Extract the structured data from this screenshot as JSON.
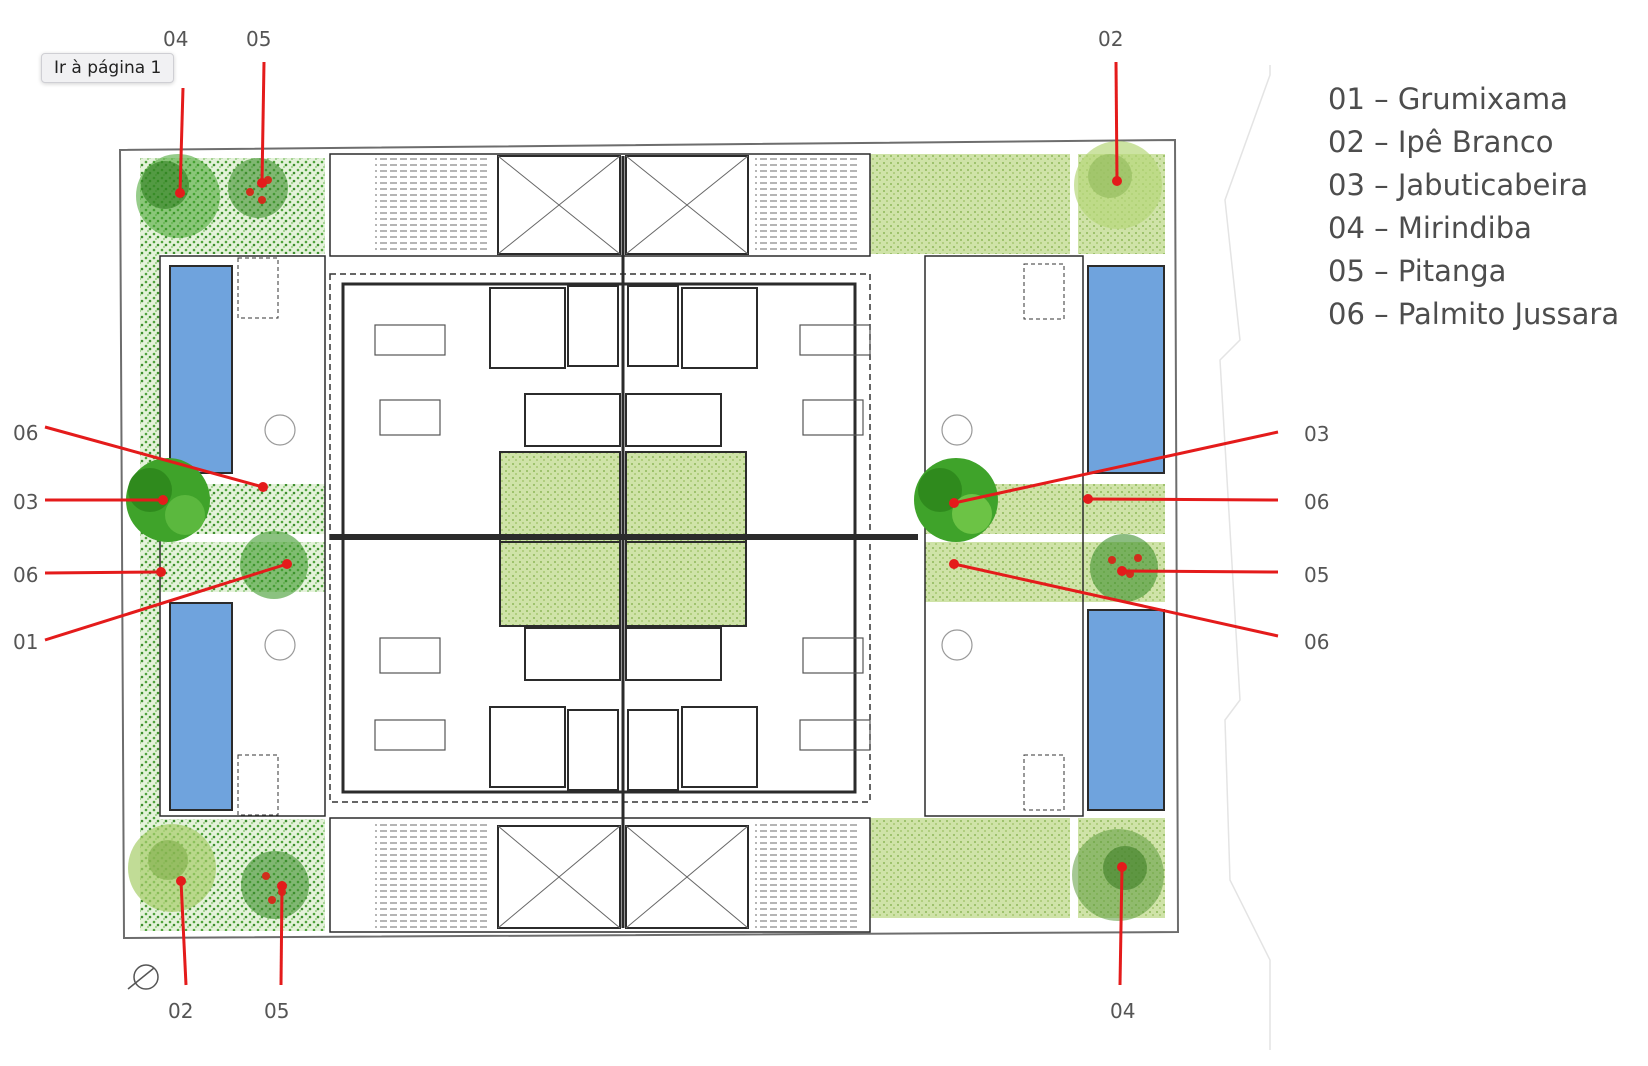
{
  "tooltip": {
    "label": "Ir à página 1"
  },
  "legend": [
    "01 – Grumixama",
    "02 – Ipê Branco",
    "03 – Jabuticabeira",
    "04 – Mirindiba",
    "05 – Pitanga",
    "06 – Palmito Jussara"
  ],
  "callouts": {
    "top_left_a": "04",
    "top_left_b": "05",
    "top_right": "02",
    "left_1": "06",
    "left_2": "03",
    "left_3": "06",
    "left_4": "01",
    "right_1": "03",
    "right_2": "06",
    "right_3": "05",
    "right_4": "06",
    "bottom_left_a": "02",
    "bottom_left_b": "05",
    "bottom_right": "04"
  },
  "colors": {
    "callout_red": "#e41b1b",
    "pool_blue": "#6fa3dd",
    "lawn_green": "#a9c96a",
    "hedge_green": "#4fa33c",
    "tree_green": "#3fa32a",
    "wall": "#2b2b2b"
  }
}
